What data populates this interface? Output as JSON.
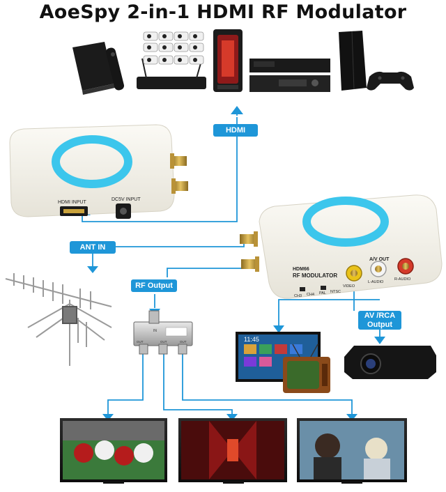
{
  "title": "AoeSpy 2-in-1 HDMI RF Modulator",
  "callouts": {
    "hdmi": "HDMI",
    "ant_in": "ANT IN",
    "rf_output": "RF Output",
    "av_rca_line1": "AV /RCA",
    "av_rca_line2": "Output"
  },
  "device_back": {
    "hdmi_input": "HDMI INPUT",
    "dc5v_input": "DC5V INPUT"
  },
  "device_front": {
    "model": "HDM66",
    "name": "RF MODULATOR",
    "av_out": "A/V OUT",
    "ch3": "CH3",
    "ch4": "CH4",
    "pal": "PAL",
    "ntsc": "NTSC",
    "video": "VIDEO",
    "l_audio": "L-AUDIO",
    "r_audio": "R-AUDIO"
  },
  "splitter": {
    "in_label": "IN",
    "out_label": "OUT"
  },
  "screens": {
    "crt_time": "11:45"
  },
  "colors": {
    "accent": "#1e96d8",
    "device_body": "#f3f1ea",
    "ring": "#3cc6ec",
    "gold": "#c9a23c",
    "rca_yellow": "#e9c21a",
    "rca_white": "#f5f5f5",
    "rca_red": "#d43a2a"
  }
}
